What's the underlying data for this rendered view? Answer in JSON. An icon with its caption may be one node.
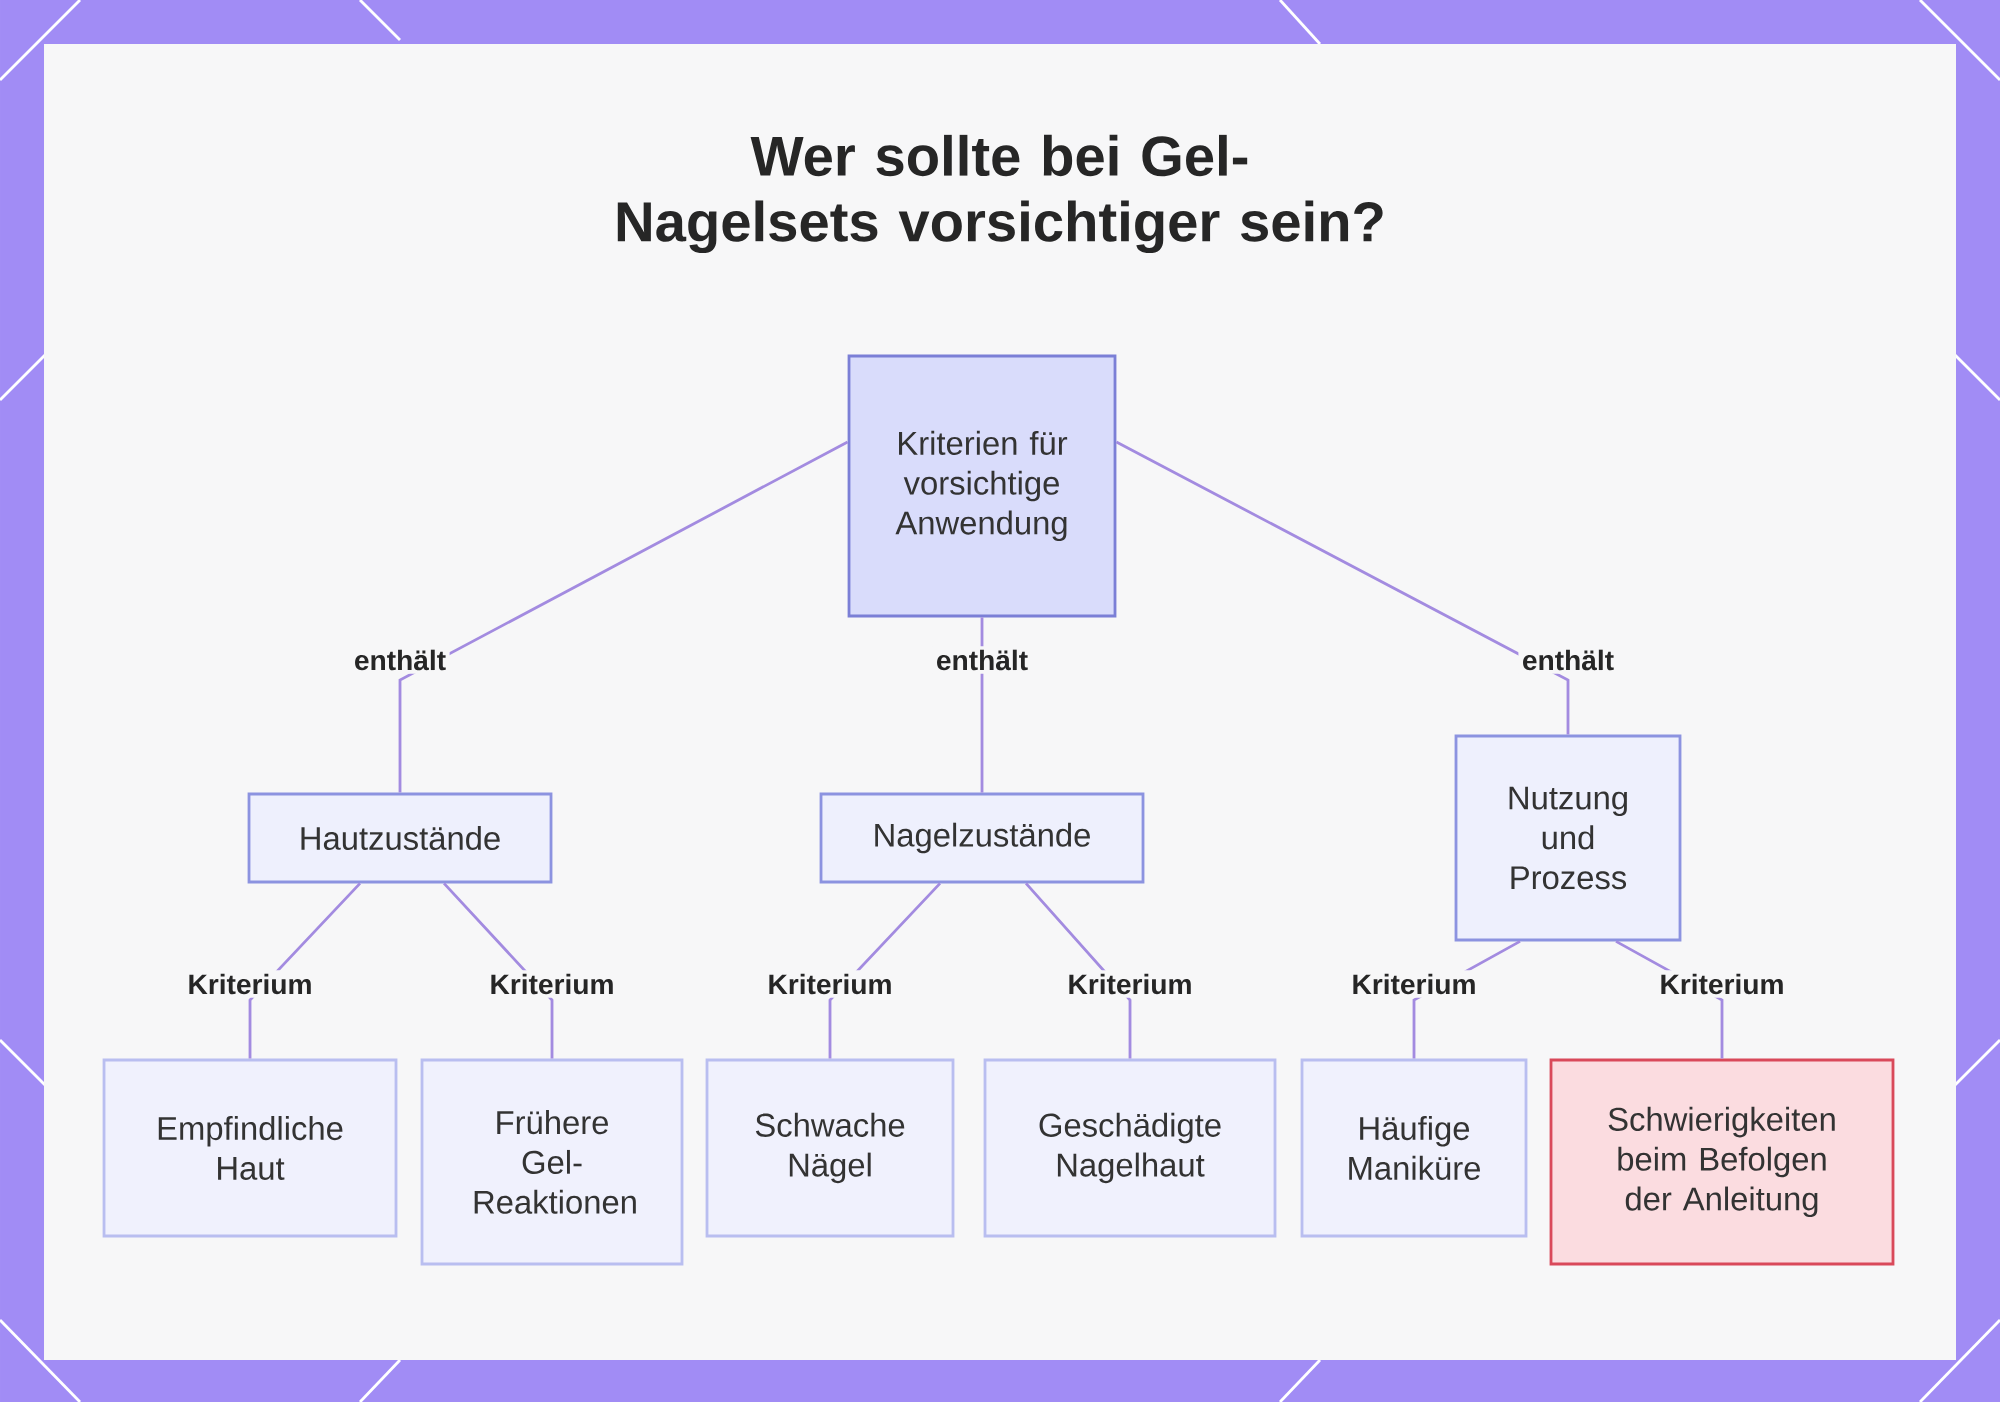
{
  "diagram": {
    "title": "Wer sollte bei Gel-Nagelsets vorsichtiger sein?",
    "nodes": [
      {
        "text": [
          "Kriterien für vorsichtige Anwendung"
        ]
      },
      {
        "text": [
          "Hautzustände"
        ]
      },
      {
        "text": [
          "Nagelzustände"
        ]
      },
      {
        "text": [
          "Nutzung und Prozess"
        ]
      },
      {
        "text": [
          "Empfindliche Haut"
        ]
      },
      {
        "text": [
          "Frühere Gel-Reaktionen"
        ]
      },
      {
        "text": [
          "Schwache Nägel"
        ]
      },
      {
        "text": [
          "Geschädigte Nagelhaut"
        ]
      },
      {
        "text": [
          "Häufige Maniküre"
        ]
      },
      {
        "text": [
          "Schwierigkeiten beim Befolgen der Anleitung"
        ]
      }
    ],
    "edges": [
      {
        "from": 0,
        "to": 1,
        "arrow": "none",
        "label": "enthält"
      },
      {
        "from": 0,
        "to": 2,
        "arrow": "none",
        "label": "enthält"
      },
      {
        "from": 0,
        "to": 3,
        "arrow": "none",
        "label": "enthält"
      },
      {
        "from": 1,
        "to": 4,
        "arrow": "none",
        "label": "Kriterium"
      },
      {
        "from": 1,
        "to": 5,
        "arrow": "none",
        "label": "Kriterium"
      },
      {
        "from": 2,
        "to": 6,
        "arrow": "none",
        "label": "Kriterium"
      },
      {
        "from": 2,
        "to": 7,
        "arrow": "none",
        "label": "Kriterium"
      },
      {
        "from": 3,
        "to": 8,
        "arrow": "none",
        "label": "Kriterium"
      },
      {
        "from": 3,
        "to": 9,
        "arrow": "none",
        "label": "Kriterium"
      }
    ]
  }
}
